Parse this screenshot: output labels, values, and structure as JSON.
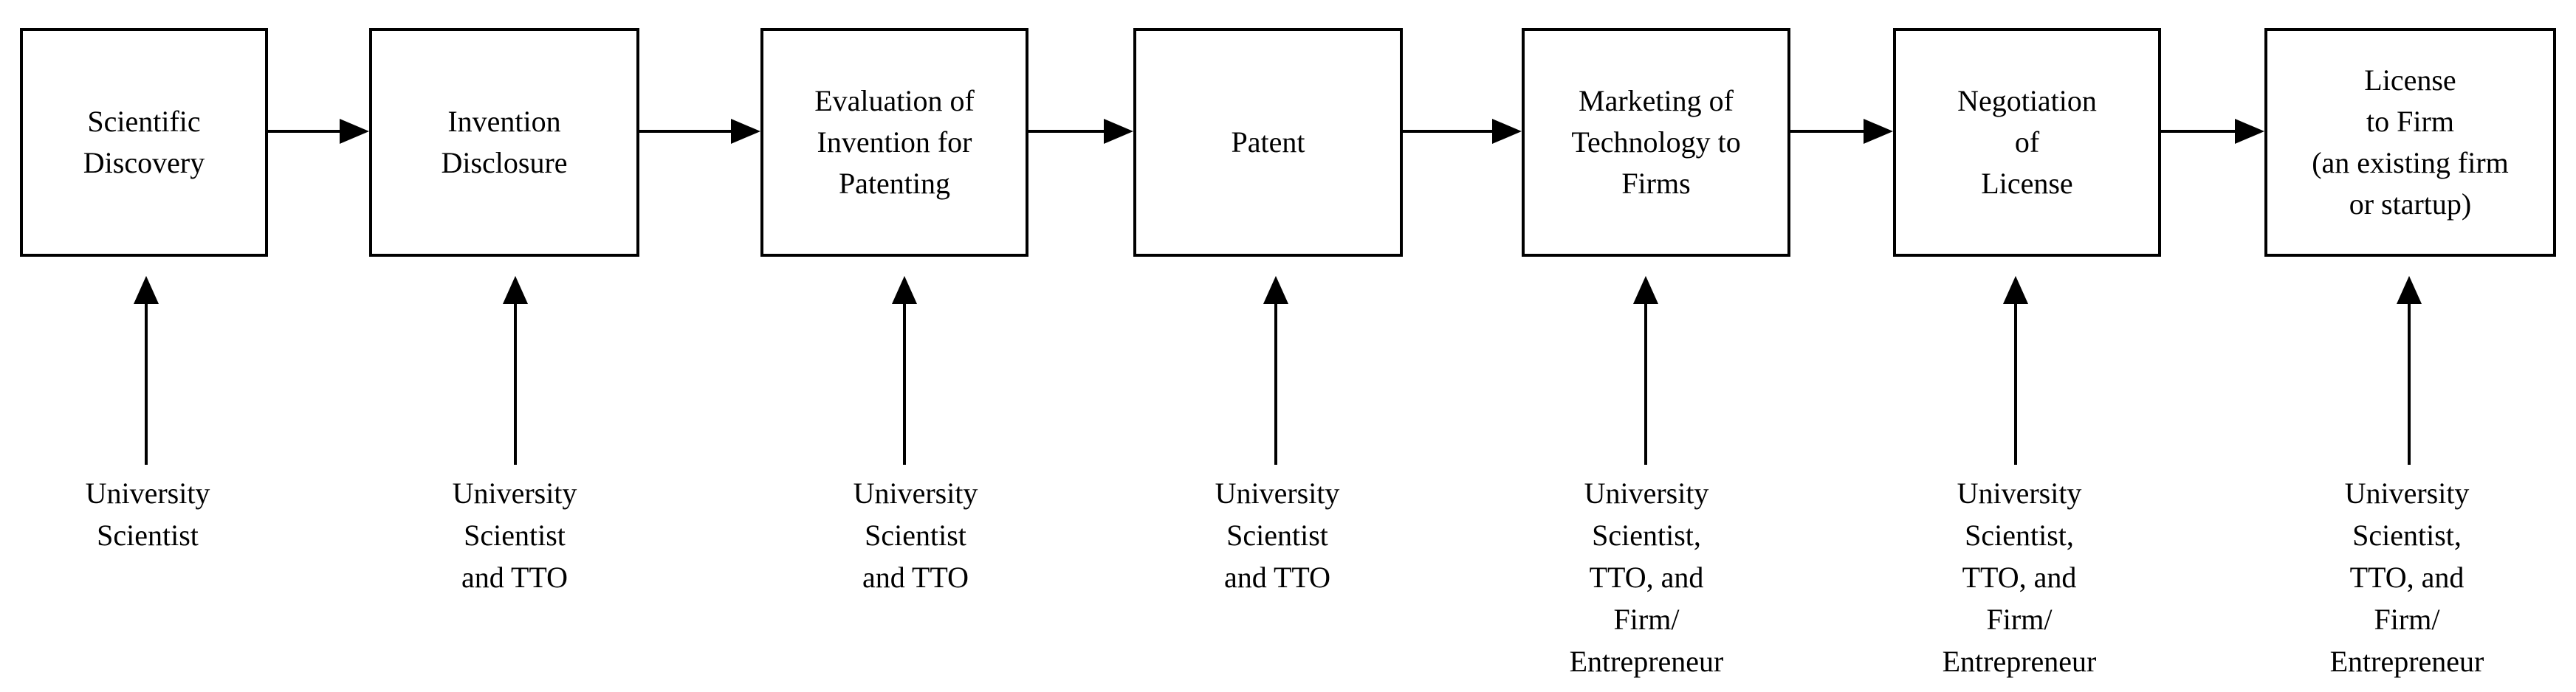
{
  "steps": [
    {
      "label": "Scientific\nDiscovery",
      "actor": "University\nScientist"
    },
    {
      "label": "Invention\nDisclosure",
      "actor": "University\nScientist\nand TTO"
    },
    {
      "label": "Evaluation of\nInvention for\nPatenting",
      "actor": "University\nScientist\nand TTO"
    },
    {
      "label": "Patent",
      "actor": "University\nScientist\nand TTO"
    },
    {
      "label": "Marketing of\nTechnology to\nFirms",
      "actor": "University\nScientist,\nTTO, and\nFirm/\nEntrepreneur"
    },
    {
      "label": "Negotiation\nof\nLicense",
      "actor": "University\n  Scientist,\nTTO, and\nFirm/\nEntrepreneur"
    },
    {
      "label": "License\nto Firm\n(an existing firm\nor startup)",
      "actor": "University\nScientist,\nTTO, and\nFirm/\nEntrepreneur"
    }
  ]
}
